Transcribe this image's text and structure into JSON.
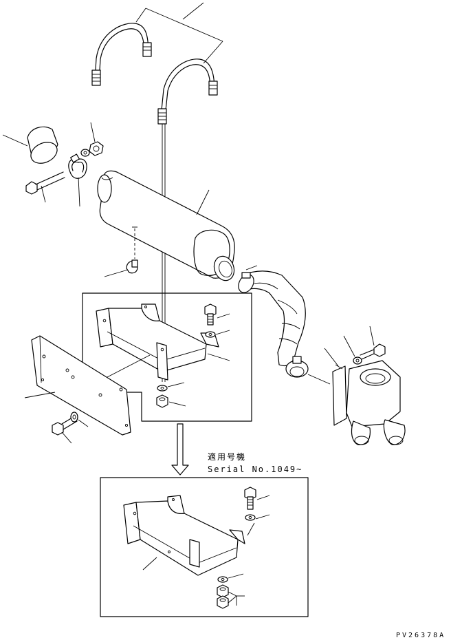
{
  "applicability": {
    "label_jp": "適用号機",
    "serial_text": "Serial No.1049~"
  },
  "figure_code": "PV26378A",
  "colors": {
    "ink": "#000000",
    "paper": "#ffffff"
  }
}
